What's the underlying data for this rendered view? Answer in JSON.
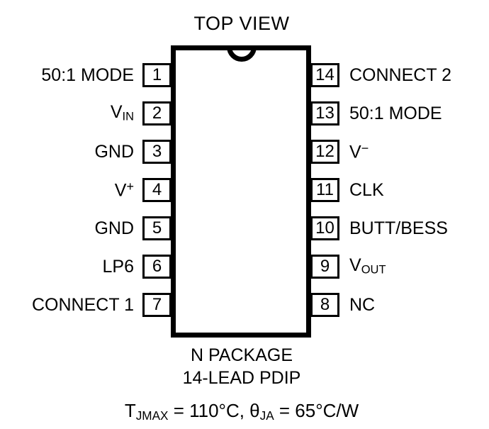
{
  "diagram": {
    "title": "TOP VIEW",
    "package_outline": {
      "notch": "semicircle-notch"
    },
    "pins_left": [
      {
        "number": "1",
        "label": "50:1 MODE"
      },
      {
        "number": "2",
        "label": "VIN",
        "label_base": "V",
        "label_sub": "IN"
      },
      {
        "number": "3",
        "label": "GND"
      },
      {
        "number": "4",
        "label": "V+",
        "label_base": "V",
        "label_sup": "+"
      },
      {
        "number": "5",
        "label": "GND"
      },
      {
        "number": "6",
        "label": "LP6"
      },
      {
        "number": "7",
        "label": "CONNECT 1"
      }
    ],
    "pins_right": [
      {
        "number": "14",
        "label": "CONNECT 2"
      },
      {
        "number": "13",
        "label": "50:1 MODE"
      },
      {
        "number": "12",
        "label": "V−",
        "label_base": "V",
        "label_sup": "−"
      },
      {
        "number": "11",
        "label": "CLK"
      },
      {
        "number": "10",
        "label": "BUTT/BESS"
      },
      {
        "number": "9",
        "label": "VOUT",
        "label_base": "V",
        "label_sub": "OUT"
      },
      {
        "number": "8",
        "label": "NC"
      }
    ],
    "caption": {
      "line1": "N PACKAGE",
      "line2": "14-LEAD PDIP",
      "line3_tjmax_base": "T",
      "line3_tjmax_sub": "JMAX",
      "line3_tjmax_value": " = 110°C, ",
      "line3_theta_base": "θ",
      "line3_theta_sub": "JA",
      "line3_theta_value": " = 65°C/W"
    },
    "colors": {
      "ink": "#000000",
      "background": "#ffffff"
    }
  }
}
